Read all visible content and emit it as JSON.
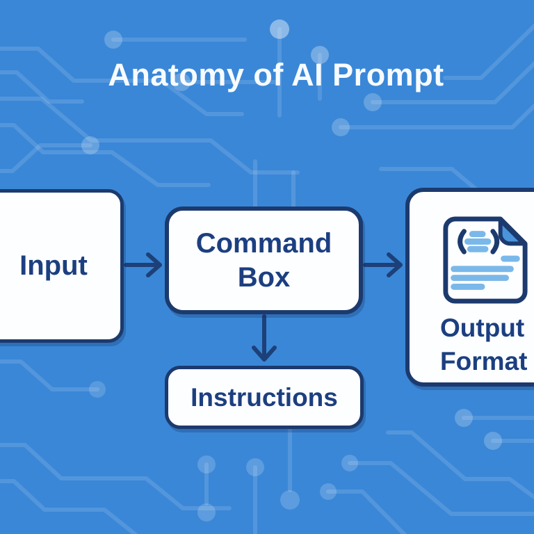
{
  "title": "Anatomy of AI Prompt",
  "diagram": {
    "type": "flowchart",
    "nodes": {
      "input": {
        "label": "Input"
      },
      "command_box": {
        "label": "Command Box",
        "lines": [
          "Command",
          "Box"
        ]
      },
      "instructions": {
        "label": "Instructions"
      },
      "output_format": {
        "label": "Output Format",
        "lines": [
          "Output",
          "Format"
        ]
      }
    },
    "edges": [
      {
        "from": "input",
        "to": "command_box",
        "direction": "right"
      },
      {
        "from": "command_box",
        "to": "output_format",
        "direction": "right"
      },
      {
        "from": "command_box",
        "to": "instructions",
        "direction": "down"
      }
    ]
  },
  "icons": [
    {
      "name": "code-document-icon",
      "description": "document page with folded corner containing code parentheses and text lines"
    }
  ],
  "colors": {
    "background_blue": "#3a87d7",
    "node_fill": "#fdfeff",
    "border_navy": "#1c3a6e",
    "text_navy": "#1c3f80",
    "arrow_navy": "#1d4078",
    "title_white": "#f7fbff",
    "icon_light_blue": "#7ab8e9",
    "icon_fold_blue": "#4a94dc"
  }
}
